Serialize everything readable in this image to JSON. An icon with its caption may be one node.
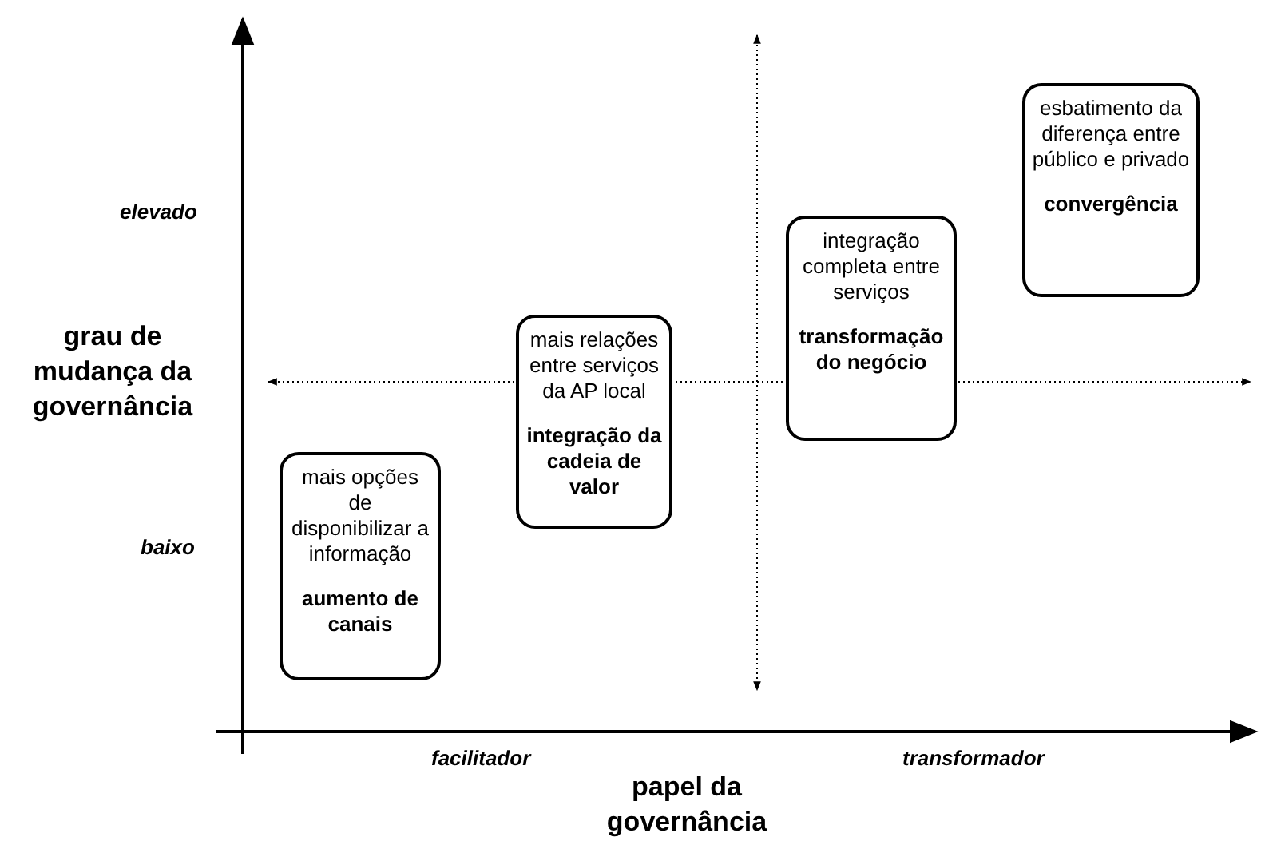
{
  "diagram": {
    "nodes": [
      {
        "text": [
          "mais opções de disponibilizar a informação",
          "aumento de canais"
        ]
      },
      {
        "text": [
          "mais relações entre serviços da AP local",
          "integração da cadeia de valor"
        ]
      },
      {
        "text": [
          "integração completa entre serviços",
          "transformação do negócio"
        ]
      },
      {
        "text": [
          "esbatimento da diferença entre público e privado",
          "convergência"
        ]
      }
    ],
    "edges": [],
    "labels": [
      "elevado",
      "grau de mudança da governância",
      "baixo",
      "facilitador",
      "transformador",
      "papel da governância"
    ]
  }
}
